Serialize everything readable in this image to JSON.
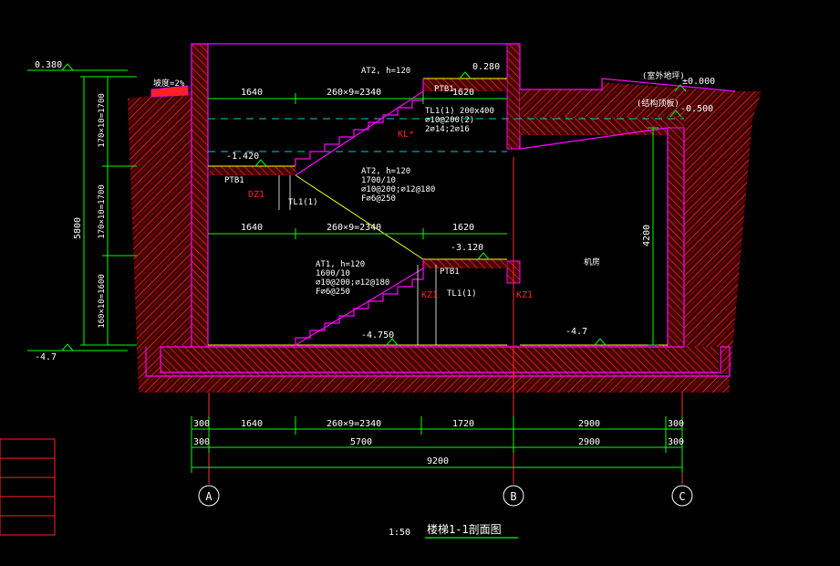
{
  "colors": {
    "wall_outline": "#ff00ff",
    "hatch": "#ff2a2a",
    "dimension": "#00ff00",
    "text": "#ffffff",
    "floor_line": "#ffff00",
    "dash_line": "#00cccc",
    "label_red": "#ff2020",
    "grid_line": "#ff3030"
  },
  "levels": {
    "left_top": "0.380",
    "left_bottom": "-4.7",
    "landing_top": "0.280",
    "mid_landing": "-1.420",
    "lower_landing": "-3.120",
    "floor_left": "-4.750",
    "floor_right": "-4.7",
    "exterior_zero": "±0.000",
    "exterior_sub": "-0.500"
  },
  "notes": {
    "exterior_ground": "(室外地坪)",
    "structure_slab": "(结构顶板)",
    "slope": "坡度=2%",
    "room": "机房"
  },
  "dims": {
    "vertical_total": "5800",
    "vertical_seg1": "170×10=1700",
    "vertical_seg2": "170×10=1700",
    "vertical_seg3": "160×10=1600",
    "right_height": "4200",
    "flight_upper_left": "1640",
    "flight_upper_run": "260×9=2340",
    "flight_upper_right": "1620",
    "flight_mid_left": "1640",
    "flight_mid_run": "260×9=2340",
    "flight_mid_right": "1620",
    "bottom_row1": [
      "300",
      "1640",
      "260×9=2340",
      "1720",
      "2900",
      "300"
    ],
    "bottom_row2": [
      "300",
      "5700",
      "2900",
      "300"
    ],
    "bottom_total": "9200"
  },
  "stair_notes": {
    "upper": [
      "AT2, h=120",
      "TL1(1) 200x400",
      "⌀10@200(2)",
      "2⌀14;2⌀16"
    ],
    "middle": [
      "AT2, h=120",
      "1700/10",
      "⌀10@200;⌀12@180",
      "F⌀6@250"
    ],
    "lower": [
      "AT1, h=120",
      "1600/10",
      "⌀10@200;⌀12@180",
      "F⌀6@250"
    ]
  },
  "labels": {
    "ptb_upper": "PTB1",
    "ptb_mid": "PTB1",
    "ptb_lower": "PTB1",
    "kl": "KL*",
    "dz": "DZ1",
    "tl_mid": "TL1(1)",
    "tl_lower": "TL1(1)",
    "kz_lower": "KZ1",
    "kz_right": "KZ1"
  },
  "axes": [
    "A",
    "B",
    "C"
  ],
  "title": {
    "name": "楼梯1-1剖面图",
    "scale": "1:50"
  }
}
